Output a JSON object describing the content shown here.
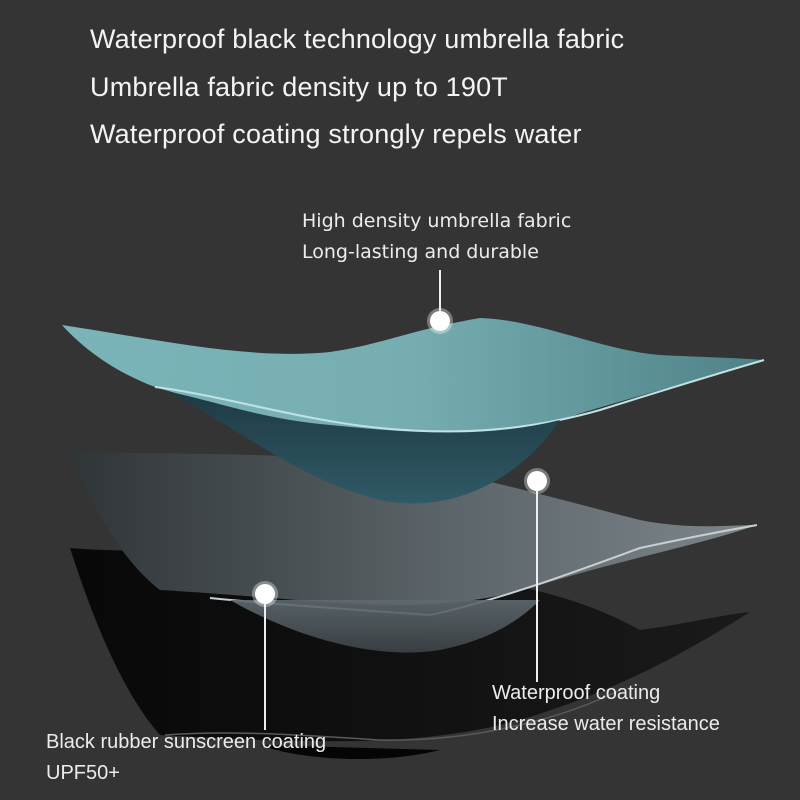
{
  "headlines": [
    "Waterproof black technology umbrella fabric",
    "Umbrella fabric density up to 190T",
    "Waterproof coating strongly repels water"
  ],
  "callouts": {
    "top_layer": {
      "line1": "High density umbrella fabric",
      "line2": "Long-lasting and durable"
    },
    "middle_layer": {
      "line1": "Waterproof coating",
      "line2": "Increase water resistance"
    },
    "bottom_layer": {
      "line1": "Black rubber sunscreen coating",
      "line2": "UPF50+"
    }
  },
  "colors": {
    "background": "#343434",
    "top_layer": "#6fa9ad",
    "middle_layer": "#6b767b",
    "bottom_layer": "#0c0c0c",
    "text": "#f2f2f2"
  }
}
